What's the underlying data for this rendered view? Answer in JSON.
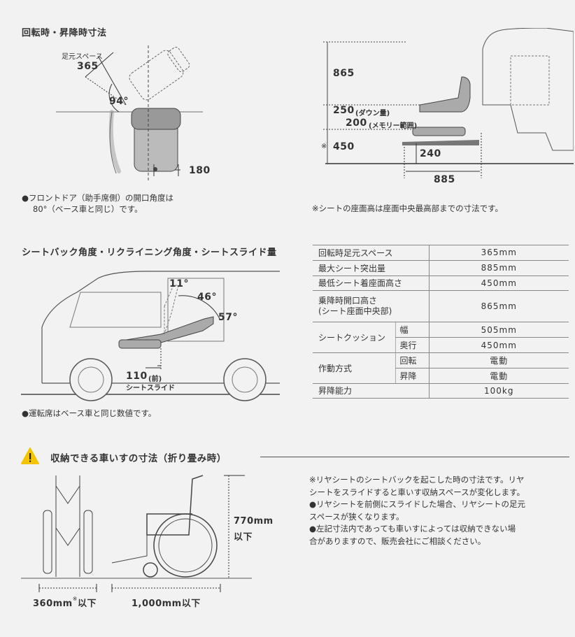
{
  "section1": {
    "title": "回転時・昇降時寸法",
    "footspace_label": "足元スペース",
    "footspace_value": "365",
    "angle_value": "94°",
    "width_value": "180",
    "note_line1": "●フロントドア（助手席側）の開口角度は",
    "note_line2": "80°（ベース車と同じ）です。"
  },
  "section2": {
    "dim_865": "865",
    "dim_250": "250",
    "dim_250_label": "(ダウン量)",
    "dim_200": "200",
    "dim_200_label": "(メモリー範囲)",
    "dim_450_mark": "※",
    "dim_450": "450",
    "dim_240": "240",
    "dim_885": "885",
    "note": "※シートの座面高は座面中央最高部までの寸法です。"
  },
  "section3": {
    "title": "シートバック角度・リクライニング角度・シートスライド量",
    "angle_11": "11°",
    "angle_46": "46°",
    "angle_57": "57°",
    "slide_value": "110",
    "slide_paren": "(前)",
    "slide_label": "シートスライド",
    "note": "●運転席はベース車と同じ数値です。"
  },
  "spec_table": {
    "rows": [
      {
        "label": "回転時足元スペース",
        "value": "365mm"
      },
      {
        "label": "最大シート突出量",
        "value": "885mm"
      },
      {
        "label": "最低シート着座面高さ",
        "value": "450mm"
      },
      {
        "label1": "乗降時開口高さ",
        "label2": "(シート座面中央部)",
        "value": "865mm"
      },
      {
        "label": "シートクッション",
        "sub1": "幅",
        "value1": "505mm",
        "sub2": "奥行",
        "value2": "450mm"
      },
      {
        "label": "作動方式",
        "sub1": "回転",
        "value1": "電動",
        "sub2": "昇降",
        "value2": "電動"
      },
      {
        "label": "昇降能力",
        "value": "100kg"
      }
    ]
  },
  "section4": {
    "warning_icon": "warning-icon",
    "title": "収納できる車いすの寸法（折り畳み時）",
    "height_value": "770mm",
    "height_suffix": "以下",
    "width_value": "360mm",
    "width_mark": "※",
    "width_suffix": "以下",
    "length_value": "1,000mm以下",
    "notes": [
      "※リヤシートのシートバックを起こした時の寸法です。リヤ",
      "シートをスライドすると車いす収納スペースが変化します。",
      "●リヤシートを前側にスライドした場合、リヤシートの足元",
      "スペースが狭くなります。",
      "●左記寸法内であっても車いすによっては収納できない場",
      "合がありますので、販売会社にご相談ください。"
    ]
  },
  "colors": {
    "background": "#f2f2f2",
    "warning": "#f5c400",
    "line": "#555555"
  }
}
